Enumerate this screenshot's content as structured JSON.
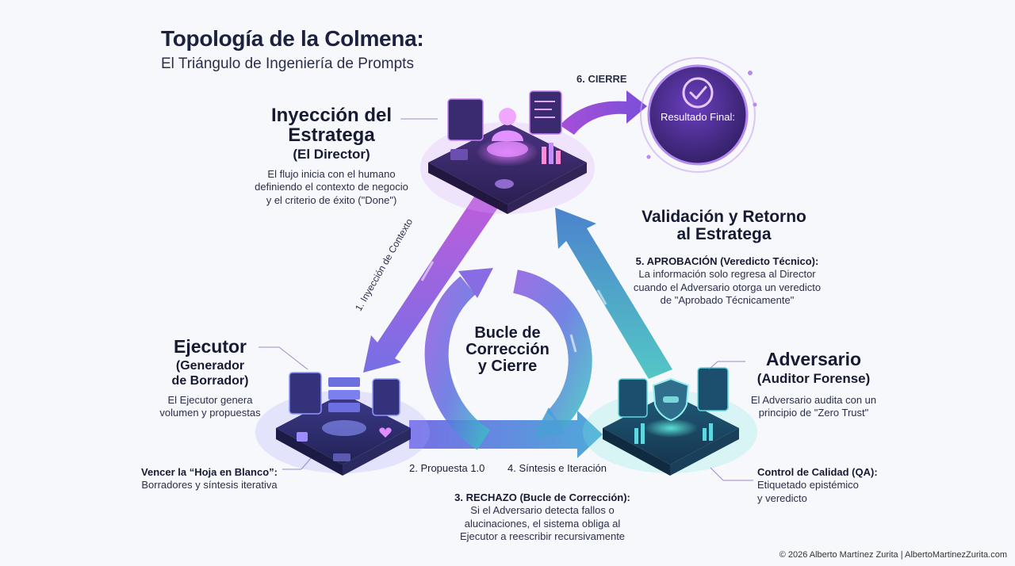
{
  "title": {
    "main": "Topología de la Colmena:",
    "sub": "El Triángulo de Ingeniería de Prompts"
  },
  "strategist": {
    "title_line1": "Inyección del",
    "title_line2": "Estratega",
    "subtitle": "(El Director)",
    "desc_line1": "El flujo inicia con el humano",
    "desc_line2": "definiendo el contexto de negocio",
    "desc_line3": "y el criterio de éxito (\"Done\")"
  },
  "executor": {
    "title": "Ejecutor",
    "subtitle_line1": "(Generador",
    "subtitle_line2": "de Borrador)",
    "desc_line1": "El Ejecutor genera",
    "desc_line2": "volumen y propuestas",
    "note_title": "Vencer la “Hoja en Blanco”:",
    "note_body": "Borradores y síntesis iterativa"
  },
  "adversary": {
    "title": "Adversario",
    "subtitle": "(Auditor Forense)",
    "desc_line1": "El Adversario audita con un",
    "desc_line2": "principio de \"Zero Trust\"",
    "note_title": "Control de Calidad (QA):",
    "note_line1": "Etiquetado epistémico",
    "note_line2": "y veredicto"
  },
  "result": {
    "label": "Resultado Final:",
    "step_label": "6. CIERRE"
  },
  "validation": {
    "title_line1": "Validación y Retorno",
    "title_line2": "al Estratega",
    "step_title": "5. APROBACIÓN (Veredicto Técnico):",
    "desc_line1": "La información solo regresa al Director",
    "desc_line2": "cuando el Adversario otorga un veredicto",
    "desc_line3": "de \"Aprobado Técnicamente\""
  },
  "loop": {
    "line1": "Bucle de",
    "line2": "Corrección",
    "line3": "y Cierre"
  },
  "steps": {
    "step1": "1. Inyección de Contexto",
    "step2": "2. Propuesta 1.0",
    "step4": "4. Síntesis e Iteración"
  },
  "rejection": {
    "title": "3. RECHAZO (Bucle de Corrección):",
    "line1": "Si el Adversario detecta fallos o",
    "line2": "alucinaciones, el sistema obliga al",
    "line3": "Ejecutor a reescribir recursivamente"
  },
  "footer": {
    "copyright": "© 2026 Alberto Martínez Zurita | AlbertoMartinezZurita.com"
  },
  "colors": {
    "purple": "#8a46d6",
    "violet": "#6a5be0",
    "blue": "#4c6fe0",
    "teal": "#3fb5bd",
    "dark_node": "#2a2450",
    "text": "#161a33"
  }
}
